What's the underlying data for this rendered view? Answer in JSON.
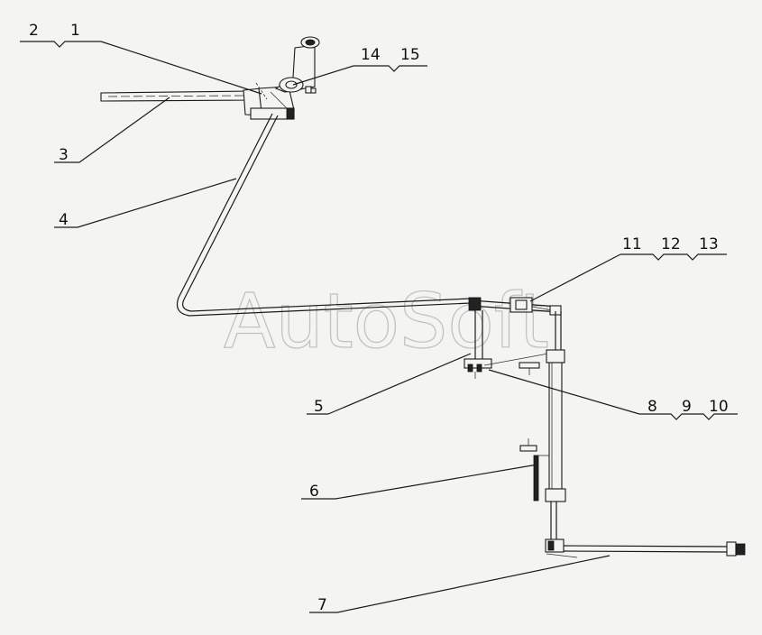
{
  "watermark": "AutoSoft",
  "callouts": {
    "c2": "2",
    "c1": "1",
    "c14": "14",
    "c15": "15",
    "c3": "3",
    "c4": "4",
    "c11": "11",
    "c12": "12",
    "c13": "13",
    "c5": "5",
    "c8": "8",
    "c9": "9",
    "c10": "10",
    "c6": "6",
    "c7": "7"
  }
}
